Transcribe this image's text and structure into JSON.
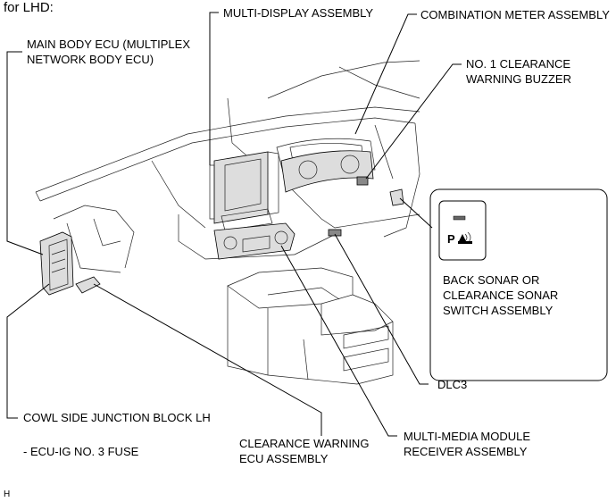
{
  "heading": "for LHD:",
  "labels": {
    "main_body_ecu": "MAIN BODY ECU (MULTIPLEX\nNETWORK BODY ECU)",
    "multi_display": "MULTI-DISPLAY ASSEMBLY",
    "combination_meter": "COMBINATION METER ASSEMBLY",
    "clearance_buzzer": "NO. 1 CLEARANCE\nWARNING BUZZER",
    "sonar_switch": "BACK SONAR OR\nCLEARANCE SONAR\nSWITCH ASSEMBLY",
    "dlc3": "DLC3",
    "cowl_junction": "COWL SIDE JUNCTION BLOCK LH",
    "fuse": "- ECU-IG NO. 3 FUSE",
    "clearance_ecu": "CLEARANCE WARNING\nECU ASSEMBLY",
    "multimedia_module": "MULTI-MEDIA MODULE\nRECEIVER ASSEMBLY",
    "footer_code": "H"
  },
  "icons": {
    "sonar_switch_symbol": "parking-sensor-icon"
  }
}
